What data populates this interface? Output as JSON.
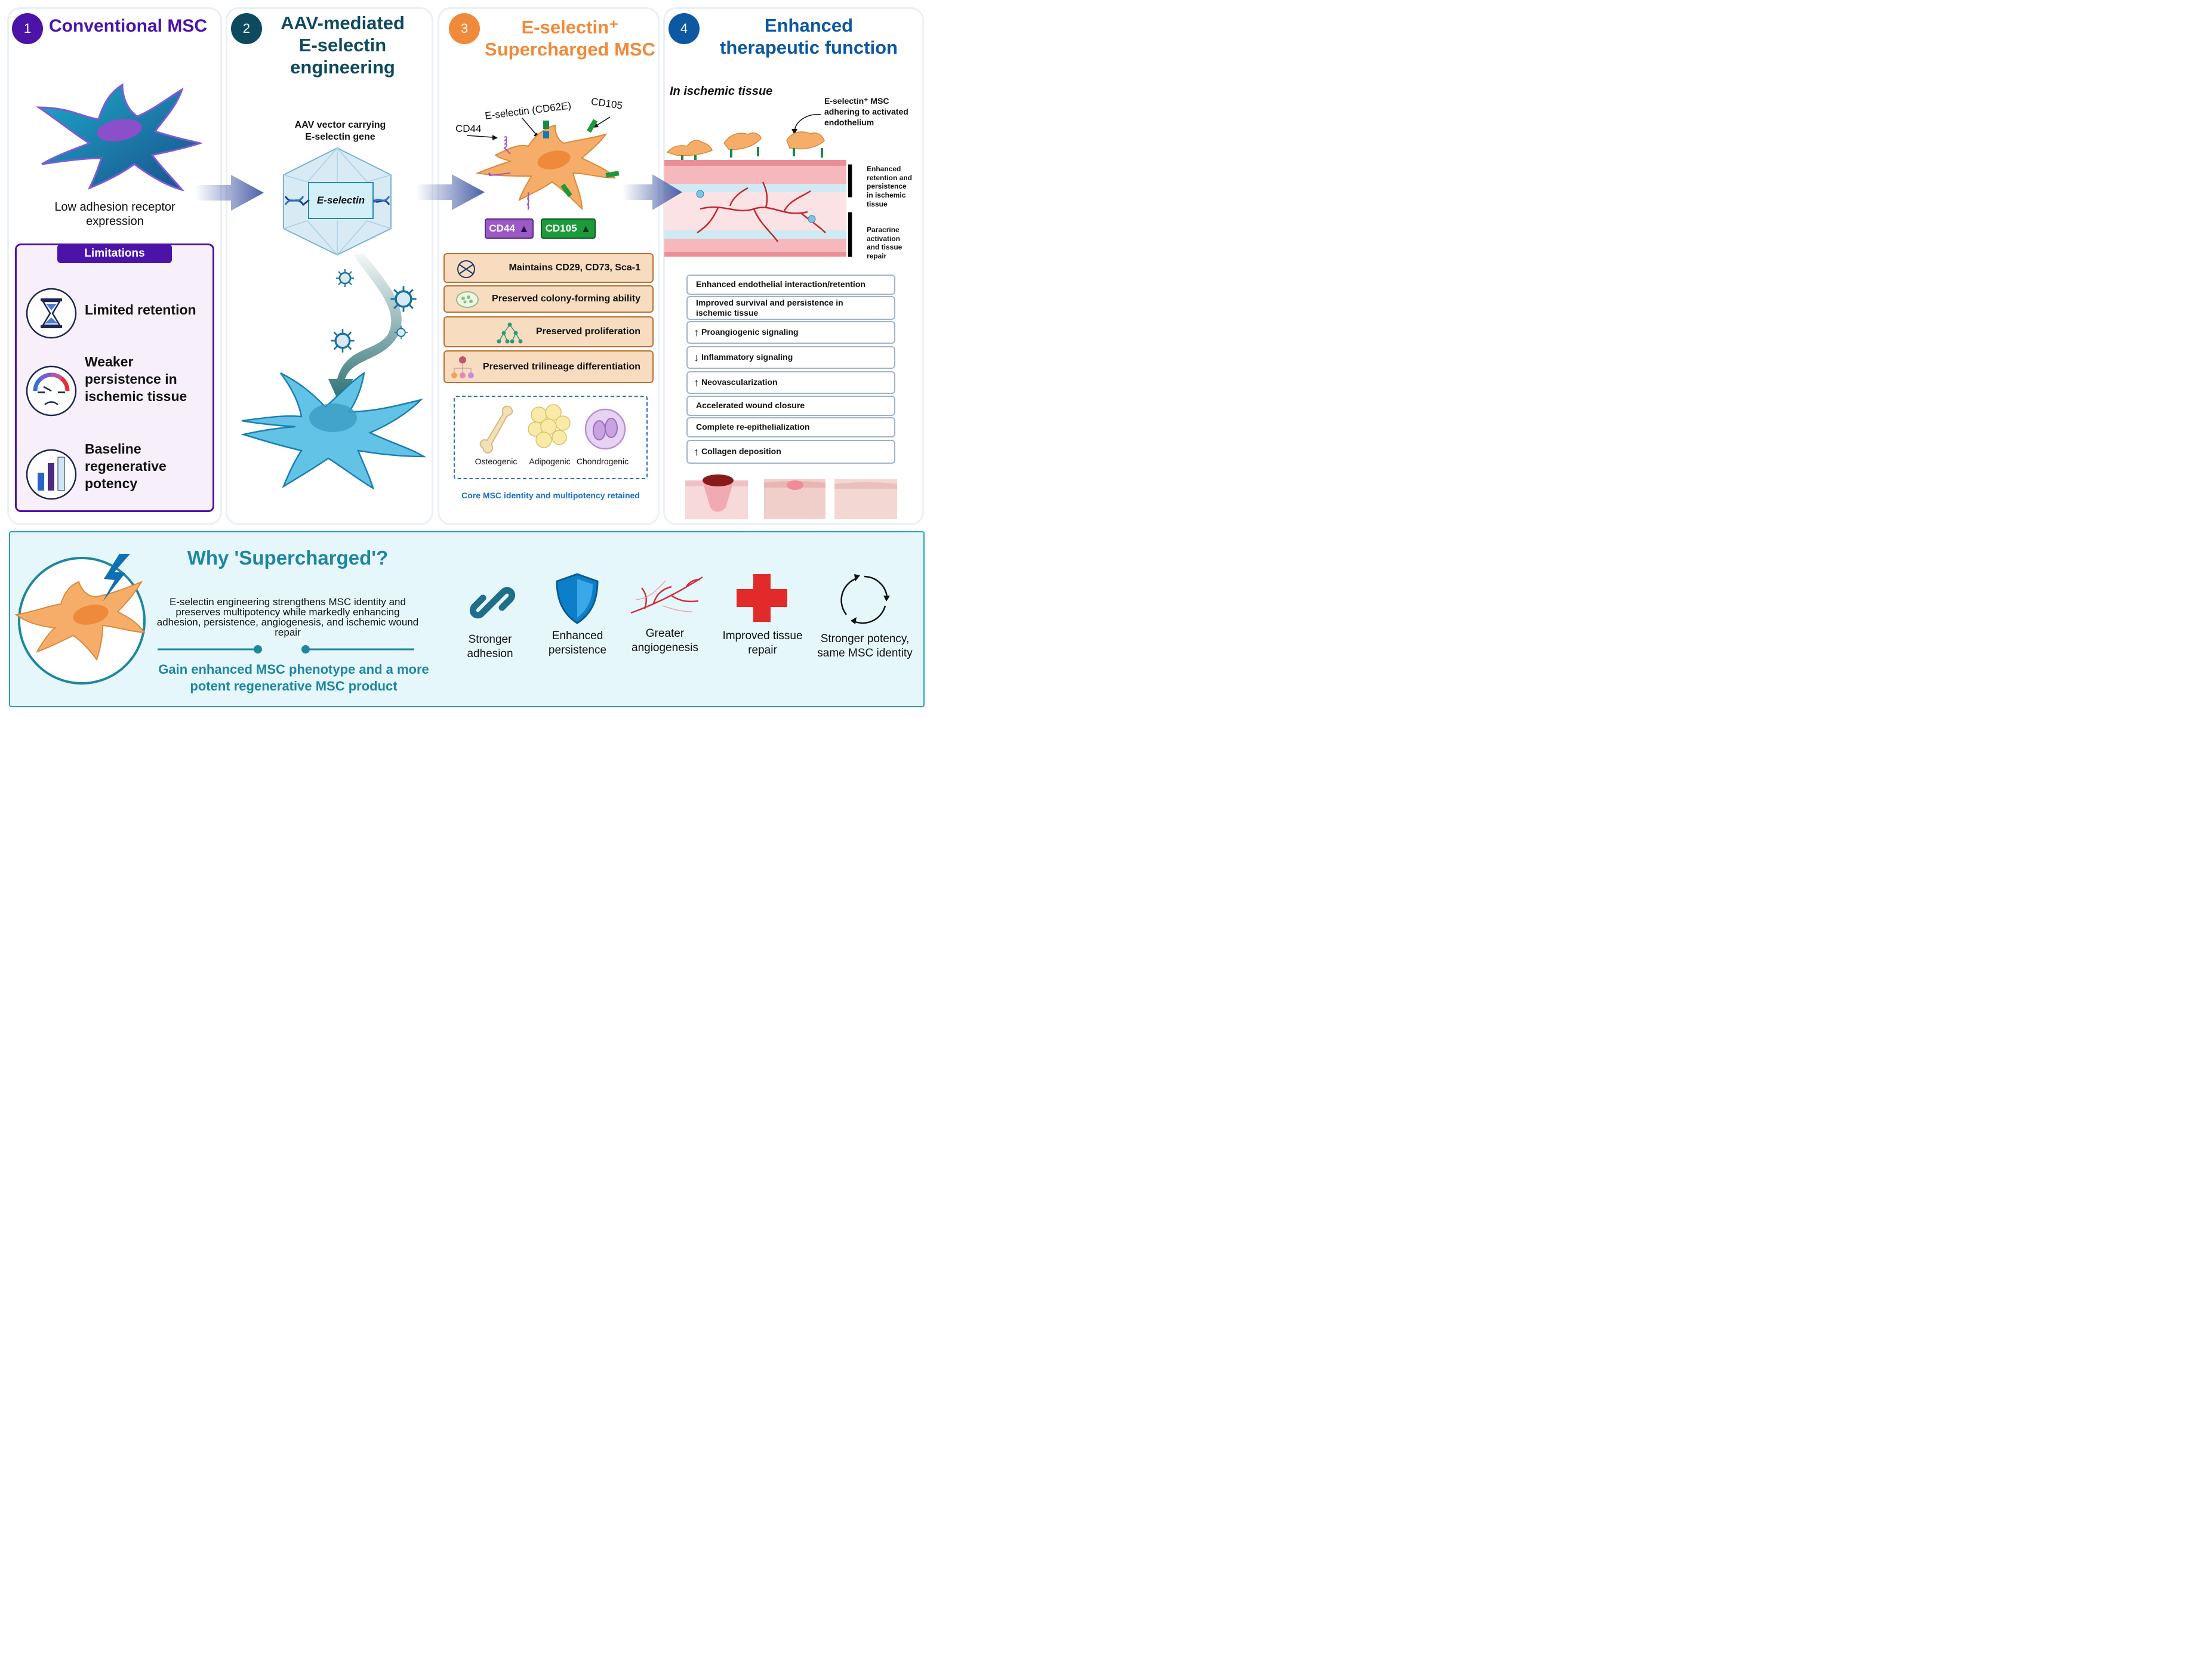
{
  "panels": [
    {
      "number": "1",
      "title": "Conventional MSC",
      "color": "#4b13a8"
    },
    {
      "number": "2",
      "title_lines": [
        "AAV-mediated",
        "E-selectin",
        "engineering"
      ],
      "color": "#0e4a5e"
    },
    {
      "number": "3",
      "title_lines": [
        "E-selectin⁺",
        "Supercharged MSC"
      ],
      "color": "#f08a3a"
    },
    {
      "number": "4",
      "title_lines": [
        "Enhanced",
        "therapeutic function"
      ],
      "color": "#0d58a2"
    }
  ],
  "panel1": {
    "caption_lines": [
      "Low adhesion receptor",
      "expression"
    ],
    "limitations_header": "Limitations",
    "limitations": [
      {
        "icon": "hourglass-icon",
        "lines": [
          "Limited retention"
        ]
      },
      {
        "icon": "gauge-icon",
        "lines": [
          "Weaker",
          "persistence in",
          "ischemic tissue"
        ]
      },
      {
        "icon": "bar-chart-icon",
        "lines": [
          "Baseline",
          "regenerative",
          "potency"
        ]
      }
    ]
  },
  "panel2": {
    "vector_label_lines": [
      "AAV vector carrying",
      "E-selectin gene"
    ],
    "gene_label": "E-selectin"
  },
  "panel3": {
    "labels": {
      "cd44": "CD44",
      "eselectin": "E-selectin (CD62E)",
      "cd105": "CD105"
    },
    "badges": [
      {
        "label": "CD44",
        "color": "#9b59c8"
      },
      {
        "label": "CD105",
        "color": "#1a9a3a"
      }
    ],
    "properties": [
      "Maintains CD29, CD73, Sca-1",
      "Preserved colony-forming ability",
      "Preserved proliferation",
      "Preserved trilineage differentiation"
    ],
    "lineages": [
      "Osteogenic",
      "Adipogenic",
      "Chondrogenic"
    ],
    "footer": "Core MSC identity and multipotency retained"
  },
  "panel4": {
    "context": "In ischemic tissue",
    "adhering_label_lines": [
      "E-selectin⁺ MSC",
      "adhering to activated",
      "endothelium"
    ],
    "bracket1_lines": [
      "Enhanced",
      "retention and",
      "persistence",
      "in ischemic",
      "tissue"
    ],
    "bracket2_lines": [
      "Paracrine",
      "activation",
      "and tissue",
      "repair"
    ],
    "effects": [
      {
        "arrow": "",
        "text": "Enhanced endothelial interaction/retention"
      },
      {
        "arrow": "",
        "text": "Improved survival and persistence in ischemic tissue"
      },
      {
        "arrow": "↑",
        "text": "Proangiogenic signaling"
      },
      {
        "arrow": "↓",
        "text": "Inflammatory signaling"
      },
      {
        "arrow": "↑",
        "text": "Neovascularization"
      },
      {
        "arrow": "",
        "text": "Accelerated wound closure"
      },
      {
        "arrow": "",
        "text": "Complete re-epithelialization"
      },
      {
        "arrow": "↑",
        "text": "Collagen deposition"
      }
    ]
  },
  "bottom": {
    "title": "Why 'Supercharged'?",
    "description": "E-selectin engineering strengthens MSC identity and preserves multipotency while markedly enhancing adhesion, persistence, angiogenesis, and ischemic wound repair",
    "tagline_lines": [
      "Gain enhanced MSC phenotype and a more",
      "potent regenerative MSC product"
    ],
    "benefits": [
      {
        "icon": "chain-link-icon",
        "lines": [
          "Stronger",
          "adhesion"
        ]
      },
      {
        "icon": "shield-icon",
        "lines": [
          "Enhanced",
          "persistence"
        ]
      },
      {
        "icon": "vessels-icon",
        "lines": [
          "Greater",
          "angiogenesis"
        ]
      },
      {
        "icon": "medical-cross-icon",
        "lines": [
          "Improved tissue",
          "repair"
        ]
      },
      {
        "icon": "cycle-arrows-icon",
        "lines": [
          "Stronger potency,",
          "same MSC identity"
        ]
      }
    ]
  }
}
